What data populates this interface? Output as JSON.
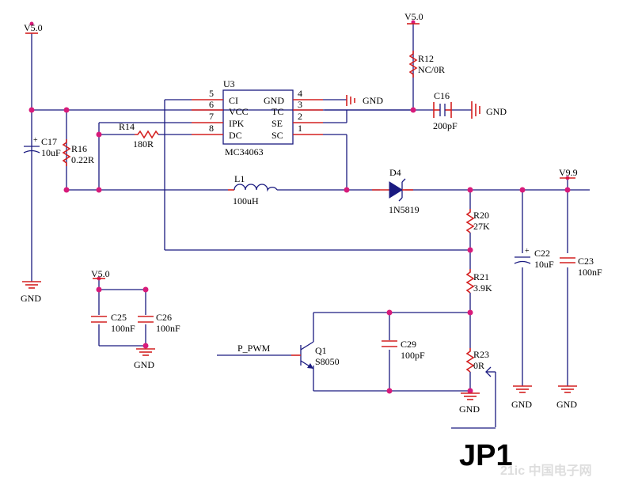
{
  "labels": {
    "v50_left": "V5.0",
    "v50_top": "V5.0",
    "v50_caps": "V5.0",
    "v99": "V9.9",
    "r12_name": "R12",
    "r12_val": "NC/0R",
    "c16_name": "C16",
    "c16_val": "200pF",
    "gnd_c16": "GND",
    "gnd_u3": "GND",
    "u3_name": "U3",
    "u3_part": "MC34063",
    "u3_pins_left": [
      "CI",
      "VCC",
      "IPK",
      "DC"
    ],
    "u3_pins_right": [
      "GND",
      "TC",
      "SE",
      "SC"
    ],
    "u3_pin_nums_left": [
      "5",
      "6",
      "7",
      "8"
    ],
    "u3_pin_nums_right": [
      "4",
      "3",
      "2",
      "1"
    ],
    "c17_name": "C17",
    "c17_val": "10uF",
    "r16_name": "R16",
    "r16_val": "0.22R",
    "r14_name": "R14",
    "r14_val": "180R",
    "l1_name": "L1",
    "l1_val": "100uH",
    "d4_name": "D4",
    "d4_val": "1N5819",
    "r20_name": "R20",
    "r20_val": "27K",
    "r21_name": "R21",
    "r21_val": "3.9K",
    "r23_name": "R23",
    "r23_val": "0R",
    "c22_name": "C22",
    "c22_val": "10uF",
    "c23_name": "C23",
    "c23_val": "100nF",
    "c25_name": "C25",
    "c25_val": "100nF",
    "c26_name": "C26",
    "c26_val": "100nF",
    "c29_name": "C29",
    "c29_val": "100pF",
    "q1_name": "Q1",
    "q1_val": "S8050",
    "ppwm": "P_PWM",
    "gnd_c17": "GND",
    "gnd_caps": "GND",
    "gnd_r23": "GND",
    "gnd_c22": "GND",
    "gnd_c23": "GND",
    "jp1": "JP1",
    "watermark": "21ic 中国电子网"
  },
  "colors": {
    "wire": "#1a1a80",
    "pin": "#d42020",
    "junction": "#d81b7a",
    "text": "#000000"
  }
}
